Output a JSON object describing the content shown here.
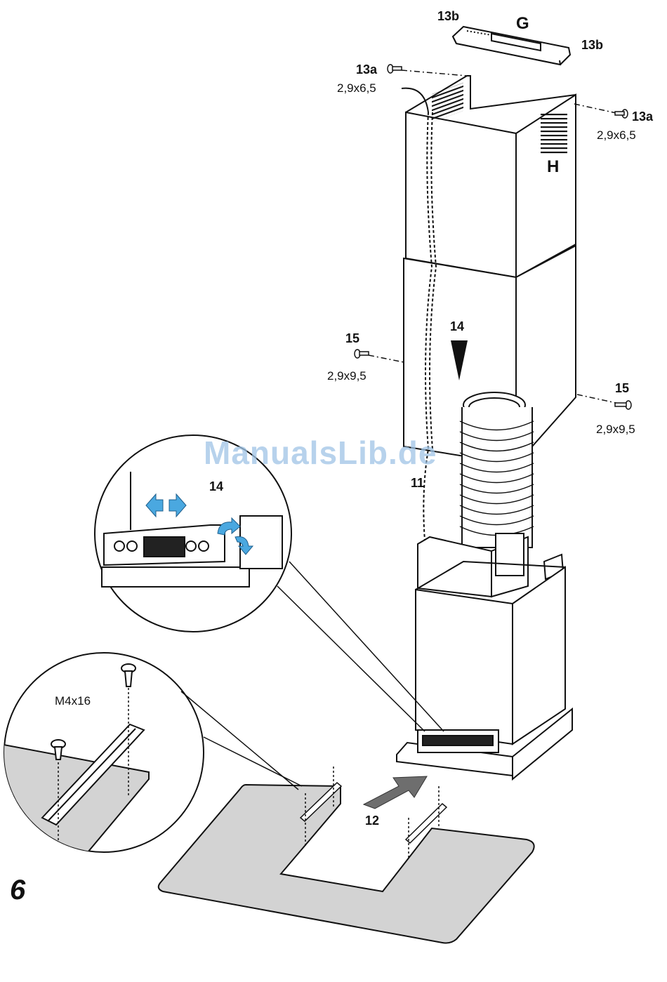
{
  "labels": {
    "step_number": "6",
    "part_g": "G",
    "part_h": "H",
    "screw_13b_left": "13b",
    "screw_13b_right": "13b",
    "screw_13a_left": "13a",
    "size_13a_left": "2,9x6,5",
    "screw_13a_right": "13a",
    "size_13a_right": "2,9x6,5",
    "step_14_main": "14",
    "screw_15_left": "15",
    "size_15_left": "2,9x9,5",
    "screw_15_right": "15",
    "size_15_right": "2,9x9,5",
    "cable_11": "11",
    "step_14_detail": "14",
    "screw_m4x16": "M4x16",
    "step_12": "12"
  },
  "watermark": "ManualsLib.de",
  "colors": {
    "line": "#111111",
    "plate_fill": "#d3d3d3",
    "arrow_fill": "#6e6e6e",
    "detail_arrow": "#4aa8e0",
    "watermark": "#9fc4e6"
  }
}
